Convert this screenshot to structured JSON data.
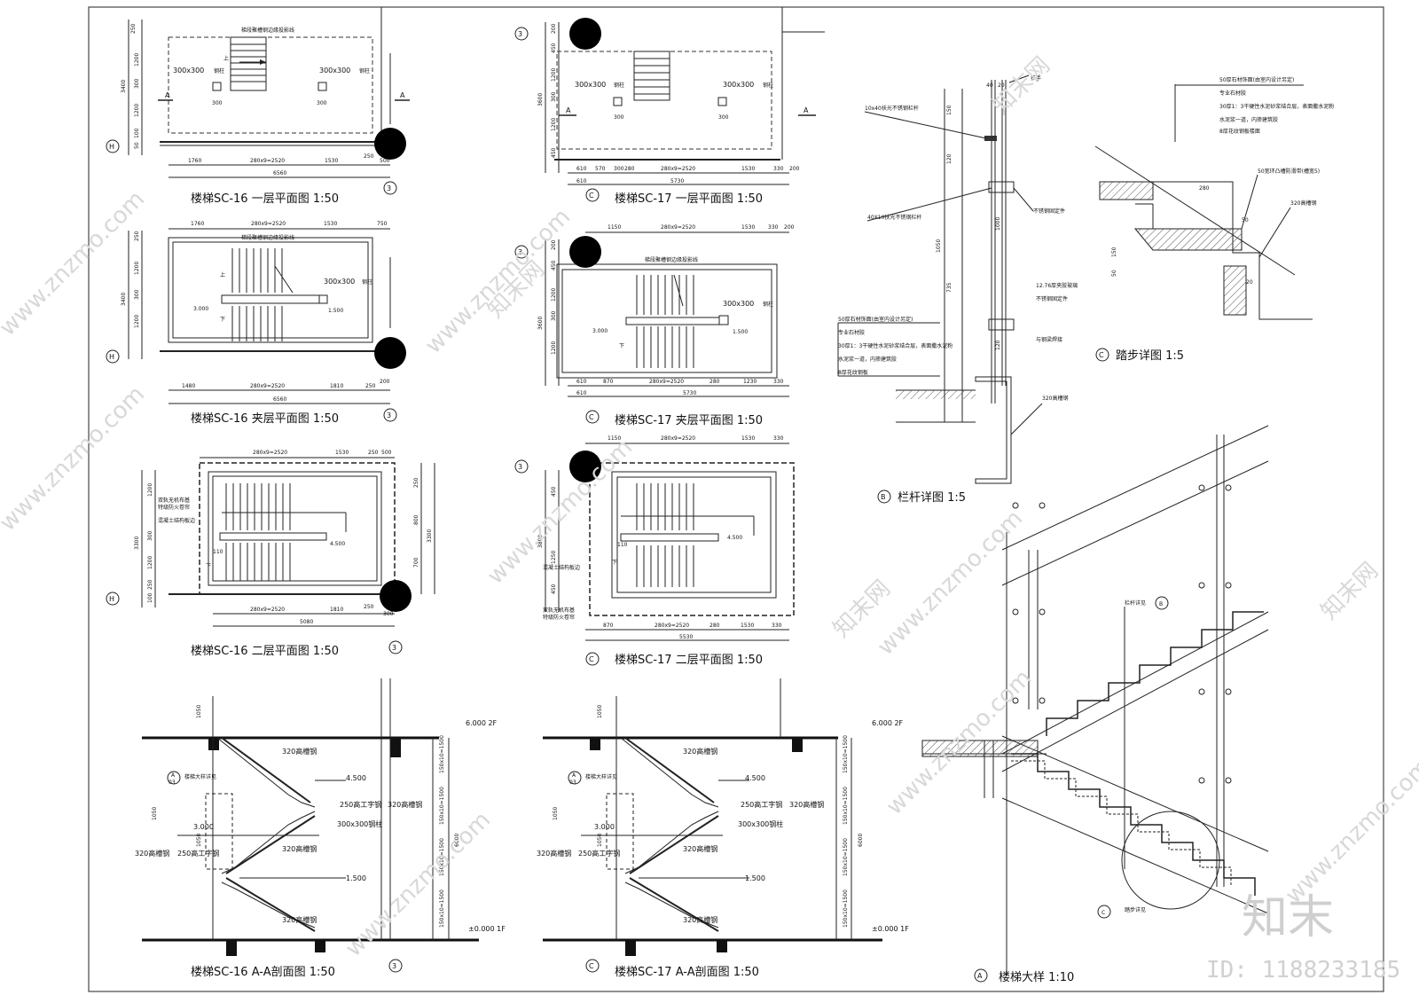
{
  "watermark": {
    "site": "www.znzmo.com",
    "brand": "知末网",
    "logo": "知末",
    "id": "ID: 1188233185"
  },
  "titles": {
    "sc16_first": "楼梯SC-16 一层平面图 1:50",
    "sc16_mezz": "楼梯SC-16 夹层平面图 1:50",
    "sc16_second": "楼梯SC-16 二层平面图 1:50",
    "sc16_section": "楼梯SC-16 A-A剖面图 1:50",
    "sc17_first": "楼梯SC-17 一层平面图 1:50",
    "sc17_mezz": "楼梯SC-17 夹层平面图 1:50",
    "sc17_second": "楼梯SC-17 二层平面图 1:50",
    "sc17_section": "楼梯SC-17 A-A剖面图 1:50",
    "railing": "栏杆详图 1:5",
    "tread": "踏步详图 1:5",
    "stair_detail": "楼梯大样 1:10"
  },
  "axis": {
    "h": "H",
    "three": "3",
    "c": "C",
    "a": "A",
    "b": "B",
    "c_mark": "C"
  },
  "sc16_first": {
    "steel_note": "梯段聚槽钢边缘投影线",
    "column_left": "300x300",
    "column_right": "300x300",
    "column_suffix": "钢柱",
    "up": "上",
    "col_w": "300",
    "dims_left": [
      "250",
      "1200",
      "300",
      "1200",
      "100",
      "50",
      "3400"
    ],
    "dims_bottom": [
      "1760",
      "280x9=2520",
      "1530",
      "250",
      "500"
    ],
    "total": "6560"
  },
  "sc16_mezz": {
    "steel_note": "梯段聚槽钢边缘投影线",
    "column": "300x300",
    "column_suffix": "钢柱",
    "up": "上",
    "down": "下",
    "elev_a": "3.000",
    "elev_b": "1.500",
    "dims_top": [
      "1760",
      "280x9=2520",
      "1530",
      "750"
    ],
    "dims_left": [
      "250",
      "1200",
      "300",
      "1200",
      "3400"
    ],
    "dims_bottom": [
      "1480",
      "280x9=2520",
      "1810",
      "250",
      "200"
    ],
    "total": "6560"
  },
  "sc16_second": {
    "note1": "双轨无机布基",
    "note2": "特级防火卷帘",
    "note3": "混凝土结构板边",
    "elev": "4.500",
    "down": "下",
    "mark": "110",
    "dims_top": [
      "280x9=2520",
      "1530",
      "250",
      "500"
    ],
    "dims_left": [
      "3300",
      "1200",
      "300",
      "1200",
      "250",
      "100"
    ],
    "dims_right": [
      "250",
      "800",
      "700",
      "3300"
    ],
    "dims_bottom": [
      "280x9=2520",
      "1810",
      "250",
      "300"
    ],
    "total": "5080"
  },
  "sc17_first": {
    "steel_note": "",
    "column_left": "300x300",
    "column_right": "300x300",
    "column_suffix": "钢柱",
    "col_w": "300",
    "dims_left": [
      "200",
      "450",
      "1200",
      "300",
      "1200",
      "450",
      "3600"
    ],
    "dims_bottom": [
      "610",
      "570",
      "300",
      "280",
      "280x9=2520",
      "1530",
      "330"
    ],
    "total": "5730",
    "extra": "200"
  },
  "sc17_mezz": {
    "steel_note": "梯段聚槽钢边缘投影线",
    "column": "300x300",
    "column_suffix": "钢柱",
    "elev_a": "3.000",
    "elev_b": "1.500",
    "down": "下",
    "dims_top": [
      "1150",
      "280x9=2520",
      "1530",
      "330",
      "200"
    ],
    "dims_left": [
      "200",
      "450",
      "1200",
      "300",
      "1200",
      "3600"
    ],
    "dims_bottom": [
      "610",
      "870",
      "280x9=2520",
      "280",
      "1230",
      "330"
    ],
    "total": "5730"
  },
  "sc17_second": {
    "note1": "混凝土结构板边",
    "note2": "双轨无机布基",
    "note3": "特级防火卷帘",
    "elev": "4.500",
    "down": "下",
    "mark": "110",
    "dims_top": [
      "1150",
      "280x9=2520",
      "1530",
      "330"
    ],
    "dims_left": [
      "450",
      "1250",
      "3800",
      "450"
    ],
    "dims_bottom": [
      "870",
      "280x9=2520",
      "280",
      "1530",
      "330"
    ],
    "total": "5530"
  },
  "section": {
    "level_2f": "6.000 2F",
    "level_1f": "±0.000 1F",
    "channel": "320高槽钢",
    "ibeam": "250高工字钢",
    "column": "300x300钢柱",
    "elev_4500": "4.500",
    "elev_3000": "3.000",
    "elev_1500": "1.500",
    "rail_h": "1050",
    "detail_ref": "楼梯大样详见",
    "detail_sheet": "A",
    "detail_page": "03",
    "rise": [
      "150x10=1500",
      "150x10=1500",
      "150x10=1500",
      "150x10=1500"
    ],
    "total": "6000"
  },
  "railing": {
    "top": "扶手",
    "d40": "40",
    "d20": "20",
    "bar1": "10x40扶光不锈钢栏杆",
    "bar2": "40X10扶光不锈钢栏杆",
    "fix1": "不锈钢固定件",
    "glass": "12.76厚夹胶玻璃",
    "fix2": "不锈钢固定件",
    "weld": "与钢梁焊接",
    "channel": "320高槽钢",
    "h1": "150",
    "h2": "120",
    "h3": "1050",
    "h4": "1000",
    "h5": "735",
    "h6": "120",
    "finish1": "50厚石材饰面(由室内设计另定)",
    "finish2": "专业石材胶",
    "finish3": "30厚1：3干硬性水泥砂浆结合层，表面撒水泥粉",
    "finish4": "水泥浆一道，内掺建筑胶",
    "finish5": "8厚花纹钢板"
  },
  "tread": {
    "finish1": "50厚石材饰面(由室内设计另定)",
    "finish2": "专业石材胶",
    "finish3": "30厚1：3干硬性水泥砂浆结合层，表面撒水泥粉",
    "finish4": "水泥浆一道，内掺建筑胶",
    "finish5": "8厚花纹钢板楼面",
    "nosing": "50宽环凸槽防滑带(槽宽5)",
    "channel": "320高槽钢",
    "w": "280",
    "d50": "50",
    "d20": "20",
    "h150": "150",
    "h50": "50"
  },
  "stair_detail": {
    "railing_ref": "栏杆详见",
    "railing_mark": "B",
    "tread_ref": "踏步详见",
    "tread_mark": "C"
  }
}
